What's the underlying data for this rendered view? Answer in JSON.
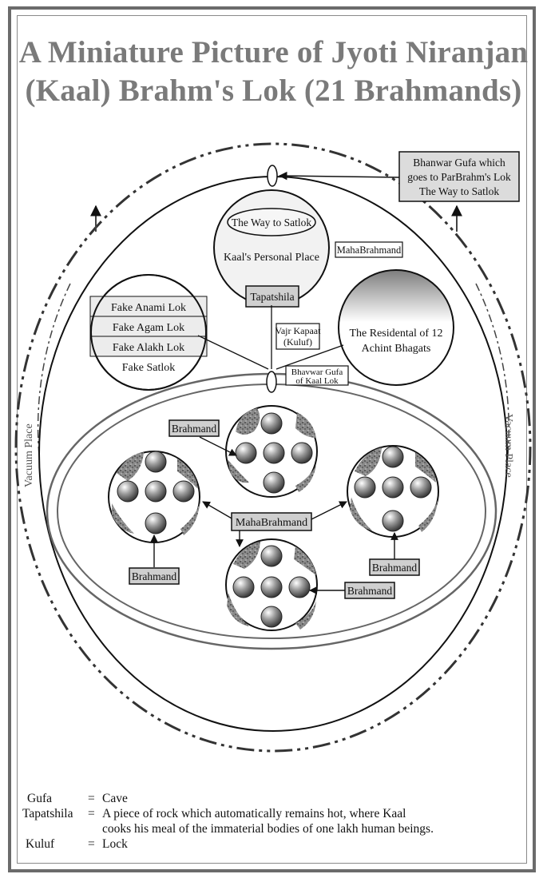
{
  "title": {
    "line1": "A Miniature Picture of Jyoti Niranjan",
    "line2": "(Kaal) Brahm's Lok (21 Brahmands)"
  },
  "labels": {
    "bhanwar_gufa": [
      "Bhanwar Gufa which",
      "goes to ParBrahm's Lok",
      "The Way to Satlok"
    ],
    "way_to_satlok": "The Way to Satlok",
    "kaals_personal_place": "Kaal's Personal Place",
    "mahabrahmand_top": "MahaBrahmand",
    "tapatshila": "Tapatshila",
    "fake_loks": [
      "Fake Anami Lok",
      "Fake Agam Lok",
      "Fake Alakh Lok",
      "Fake Satlok"
    ],
    "residental": [
      "The Residental of 12",
      "Achint Bhagats"
    ],
    "vajr_kapaat": [
      "Vajr Kapaat",
      "(Kuluf)"
    ],
    "bhavwar_gufa_kaal": [
      "Bhavwar Gufa",
      "of Kaal Lok"
    ],
    "vacuum_place": "Vacuum Place",
    "mahabrahmand_center": "MahaBrahmand",
    "brahmand": "Brahmand"
  },
  "legend": [
    {
      "term": "Gufa",
      "eq": "=",
      "definition": "Cave",
      "continuation": ""
    },
    {
      "term": "Tapatshila",
      "eq": "=",
      "definition": "A piece of rock which automatically remains hot, where Kaal",
      "continuation": "cooks his meal of the immaterial bodies of one lakh human beings."
    },
    {
      "term": "Kuluf",
      "eq": "=",
      "definition": "Lock",
      "continuation": ""
    }
  ]
}
